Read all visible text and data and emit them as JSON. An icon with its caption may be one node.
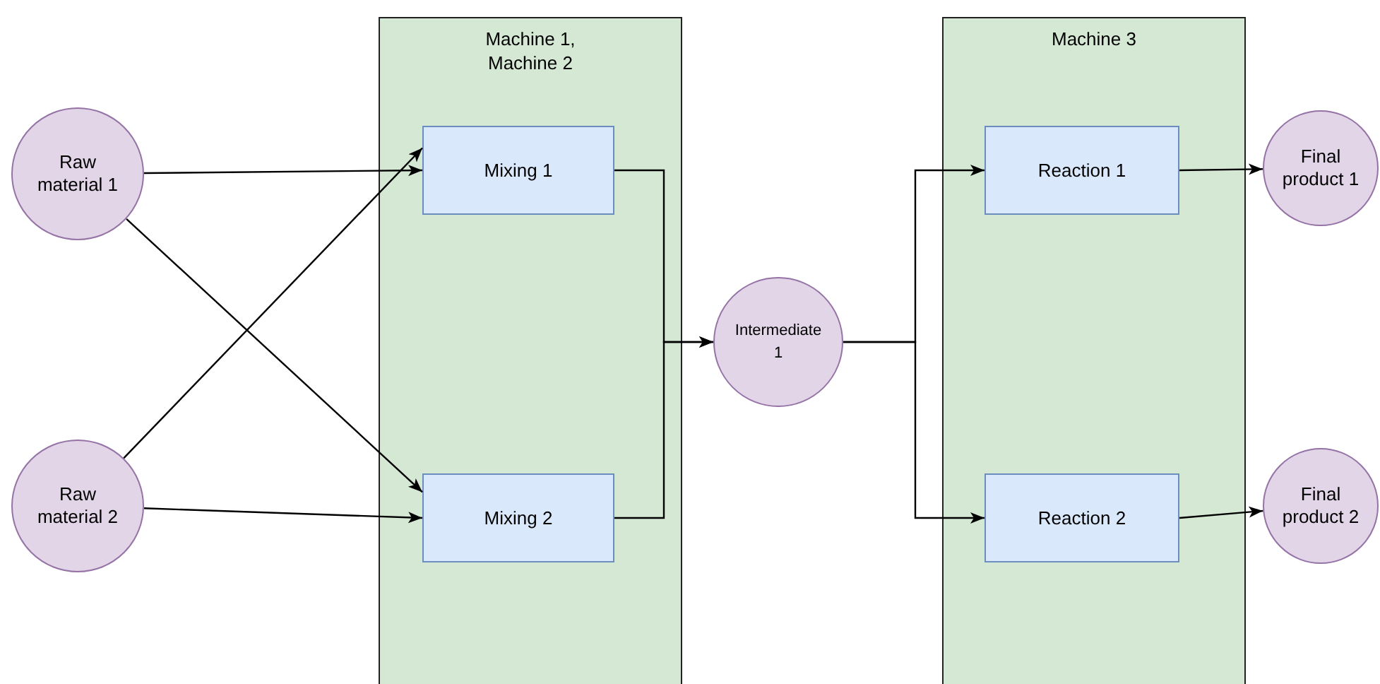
{
  "diagram": {
    "nodes": [
      {
        "text": [
          "Raw material 1"
        ]
      },
      {
        "text": [
          "Raw material 2"
        ]
      },
      {
        "text": [
          "Machine 1, Machine 2"
        ]
      },
      {
        "text": [
          "Mixing 1"
        ],
        "in": 2
      },
      {
        "text": [
          "Mixing 2"
        ],
        "in": 2
      },
      {
        "text": [
          "Intermediate 1"
        ]
      },
      {
        "text": [
          "Machine 3"
        ]
      },
      {
        "text": [
          "Reaction 1"
        ],
        "in": 6
      },
      {
        "text": [
          "Reaction 2"
        ],
        "in": 6
      },
      {
        "text": [
          "Final product 1"
        ]
      },
      {
        "text": [
          "Final product 2"
        ]
      }
    ],
    "edges": [
      {
        "from": 0,
        "to": 3,
        "arrow": "to"
      },
      {
        "from": 0,
        "to": 4,
        "arrow": "to"
      },
      {
        "from": 1,
        "to": 3,
        "arrow": "to"
      },
      {
        "from": 1,
        "to": 4,
        "arrow": "to"
      },
      {
        "from": 3,
        "to": 5,
        "arrow": "to"
      },
      {
        "from": 4,
        "to": 5,
        "arrow": "to"
      },
      {
        "from": 5,
        "to": 7,
        "arrow": "to"
      },
      {
        "from": 5,
        "to": 8,
        "arrow": "to"
      },
      {
        "from": 7,
        "to": 9,
        "arrow": "to"
      },
      {
        "from": 8,
        "to": 10,
        "arrow": "to"
      }
    ]
  }
}
